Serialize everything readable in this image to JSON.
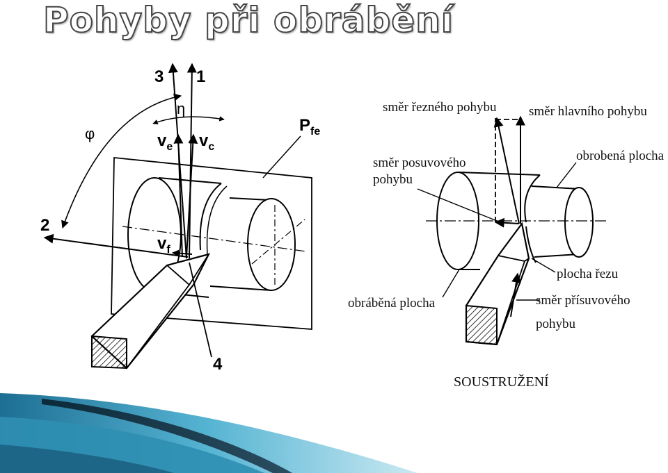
{
  "title": "Pohyby při obrábění",
  "left_diagram": {
    "labels": {
      "dir_3": "3",
      "dir_1": "1",
      "dir_2": "2",
      "dir_4": "4",
      "eta": "η",
      "phi": "φ",
      "ve_main": "v",
      "ve_sub": "e",
      "vc_main": "v",
      "vc_sub": "c",
      "vf_main": "v",
      "vf_sub": "f",
      "pfe_main": "P",
      "pfe_sub": "fe"
    }
  },
  "right_diagram": {
    "labels": {
      "cutting_direction": "směr řezného pohybu",
      "main_motion_direction": "směr hlavního pohybu",
      "feed_direction_line1": "směr posuvového",
      "feed_direction_line2": "pohybu",
      "machined_surface": "obrobená plocha",
      "cut_surface": "plocha řezu",
      "surface_being_machined": "obráběná plocha",
      "infeed_direction_line1": "směr přísuvového",
      "infeed_direction_line2": "pohybu",
      "caption": "SOUSTRUŽENÍ"
    }
  },
  "colors": {
    "banner_dark": "#0b2a3a",
    "banner_mid": "#2f8fb3",
    "banner_light": "#a7dbea",
    "ink": "#000000"
  }
}
